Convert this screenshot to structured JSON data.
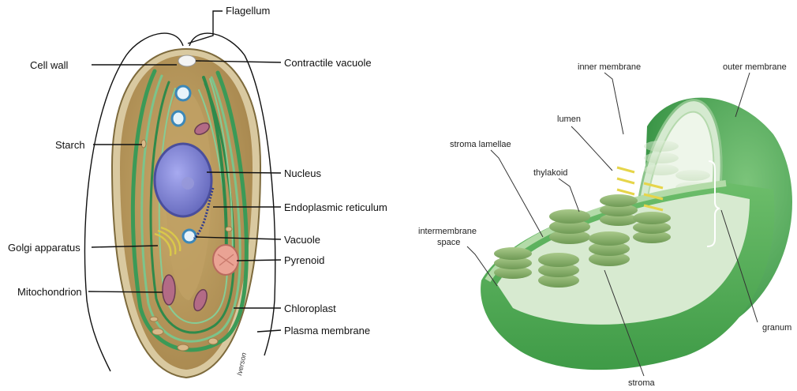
{
  "cell": {
    "labels": {
      "flagellum": "Flagellum",
      "cell_wall": "Cell wall",
      "contractile_vacuole": "Contractile vacuole",
      "starch": "Starch",
      "nucleus": "Nucleus",
      "endoplasmic_reticulum": "Endoplasmic reticulum",
      "vacuole": "Vacuole",
      "golgi_apparatus": "Golgi apparatus",
      "pyrenoid": "Pyrenoid",
      "mitochondrion": "Mitochondrion",
      "chloroplast": "Chloroplast",
      "plasma_membrane": "Plasma membrane"
    },
    "signature": "Iverson"
  },
  "chloroplast": {
    "labels": {
      "inner_membrane": "inner membrane",
      "outer_membrane": "outer membrane",
      "lumen": "lumen",
      "stroma_lamellae": "stroma lamellae",
      "thylakoid": "thylakoid",
      "intermembrane_space": [
        "intermembrane",
        "space"
      ],
      "granum": "granum",
      "stroma": "stroma"
    }
  },
  "colors": {
    "cytoplasm": "#b89a5e",
    "chloroplast_band": "#3f9d5a",
    "nucleus": "#7b7fd0",
    "organelle_green": "#5cb85c",
    "pyrenoid": "#e89a8a"
  }
}
